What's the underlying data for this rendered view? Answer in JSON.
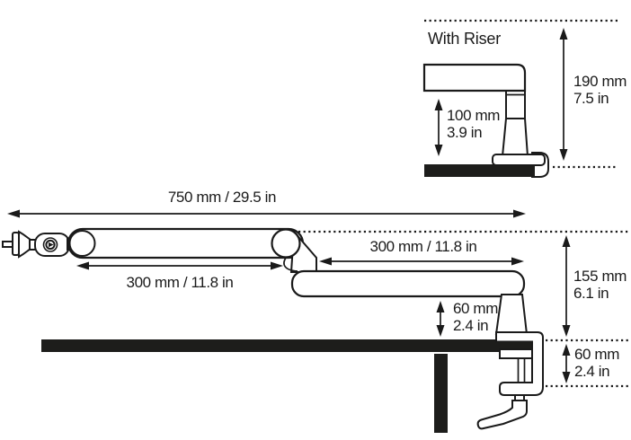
{
  "riser_inset": {
    "title": "With Riser",
    "riser_height_mm": "100 mm",
    "riser_height_in": "3.9 in",
    "total_height_mm": "190 mm",
    "total_height_in": "7.5 in"
  },
  "main_view": {
    "overall_length": "750 mm / 29.5 in",
    "upper_arm_length": "300 mm / 11.8 in",
    "lower_arm_length": "300 mm / 11.8 in",
    "arm_height_mm": "155 mm",
    "arm_height_in": "6.1 in",
    "lower_arm_clearance_mm": "60 mm",
    "lower_arm_clearance_in": "2.4 in",
    "clamp_range_mm": "60 mm",
    "clamp_range_in": "2.4 in"
  },
  "colors": {
    "line": "#1a1a1a",
    "desk_fill": "#1d1d1b",
    "background": "#ffffff"
  }
}
